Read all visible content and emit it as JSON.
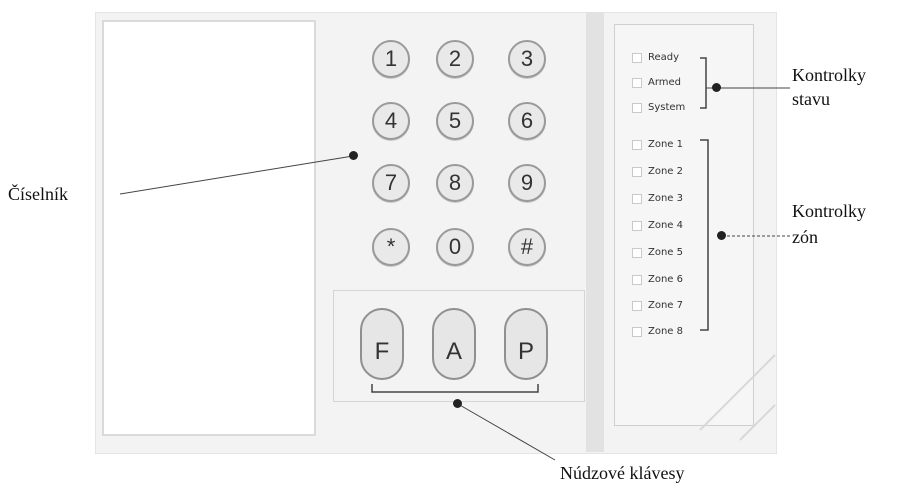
{
  "keypad": {
    "keys": [
      "1",
      "2",
      "3",
      "4",
      "5",
      "6",
      "7",
      "8",
      "9",
      "*",
      "0",
      "#"
    ],
    "emergency_keys": [
      "F",
      "A",
      "P"
    ]
  },
  "status_leds": [
    "Ready",
    "Armed",
    "System"
  ],
  "zone_leds": [
    "Zone 1",
    "Zone 2",
    "Zone 3",
    "Zone 4",
    "Zone 5",
    "Zone 6",
    "Zone 7",
    "Zone 8"
  ],
  "callouts": {
    "keypad": "Číselník",
    "status": [
      "Kontrolky",
      "stavu"
    ],
    "zones": [
      "Kontrolky",
      "zón"
    ],
    "emergency": "Núdzové klávesy"
  }
}
